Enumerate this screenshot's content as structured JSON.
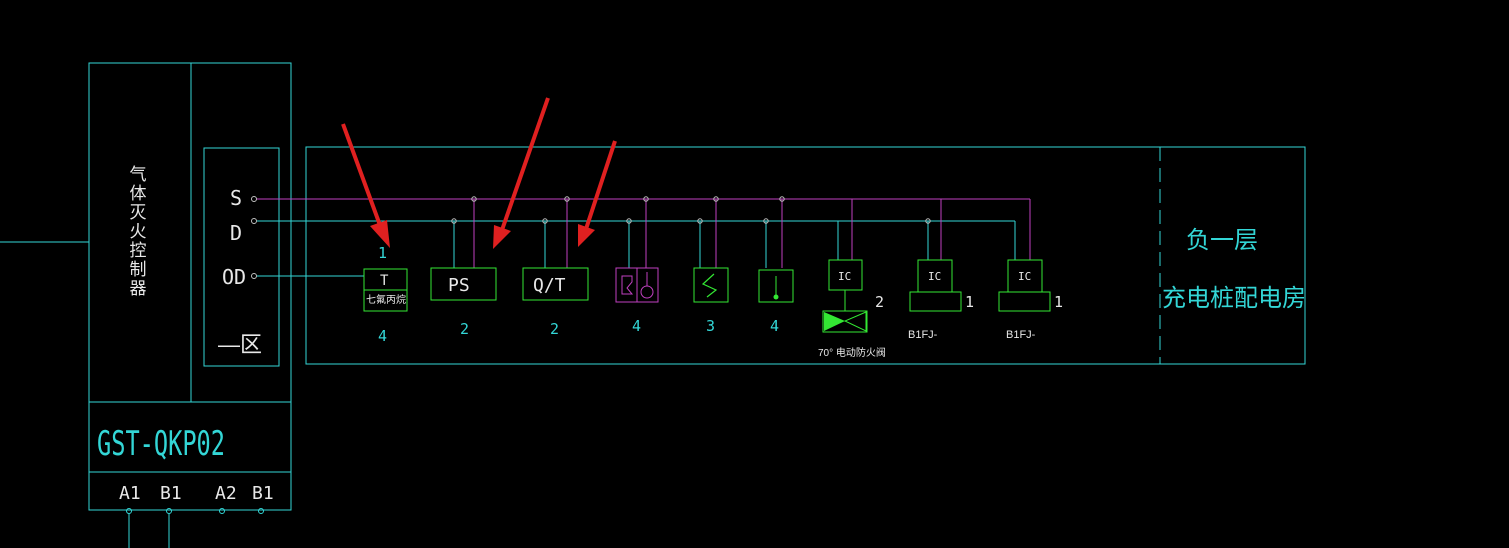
{
  "controller": {
    "vertical_label": "气体灭火控制器",
    "model": "GST-QKP02",
    "ports": [
      "A1",
      "B1",
      "A2",
      "B1"
    ]
  },
  "terminals": {
    "s_label": "S",
    "d_label": "D",
    "od_label": "OD",
    "symbol_label": "—区"
  },
  "devices": [
    {
      "id": "t",
      "code": "T",
      "sub": "七氟丙烷",
      "top_count": "1",
      "count": "4"
    },
    {
      "id": "ps",
      "code": "PS",
      "count": "2"
    },
    {
      "id": "ot",
      "code": "Q/T",
      "count": "2"
    },
    {
      "id": "bell",
      "count": "4"
    },
    {
      "id": "smoke",
      "count": "3"
    },
    {
      "id": "heat",
      "count": "4"
    },
    {
      "id": "damper",
      "module": "IC",
      "count": "2",
      "caption": "70° 电动防火阀"
    },
    {
      "id": "m1",
      "module": "IC",
      "count": "1",
      "caption": "B1FJ-"
    },
    {
      "id": "m2",
      "module": "IC",
      "count": "1",
      "caption": "B1FJ-"
    }
  ],
  "zone": {
    "floor": "负一层",
    "room": "充电桩配电房"
  },
  "colors": {
    "cyan": "#33d6d6",
    "magenta": "#c040c0",
    "green": "#33e833",
    "red_arrow": "#e02020",
    "background": "#000000"
  }
}
